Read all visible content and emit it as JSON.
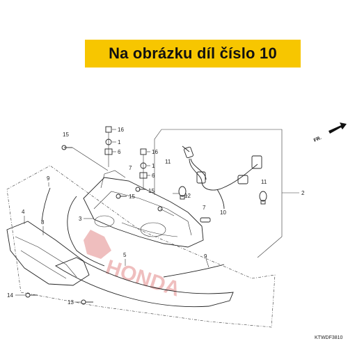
{
  "banner": {
    "text": "Na obrázku díl číslo 10"
  },
  "direction": {
    "label": "FR."
  },
  "diagram_code": "KTWDF3810",
  "watermark": {
    "text": "HONDA"
  },
  "parts": [
    {
      "id": "p15a",
      "label": "15"
    },
    {
      "id": "p16a",
      "label": "16"
    },
    {
      "id": "p1a",
      "label": "1"
    },
    {
      "id": "p6a",
      "label": "6"
    },
    {
      "id": "p16b",
      "label": "16"
    },
    {
      "id": "p1b",
      "label": "1"
    },
    {
      "id": "p7a",
      "label": "7"
    },
    {
      "id": "p6b",
      "label": "6"
    },
    {
      "id": "p15b",
      "label": "15"
    },
    {
      "id": "p15c",
      "label": "15"
    },
    {
      "id": "p9a",
      "label": "9"
    },
    {
      "id": "p4",
      "label": "4"
    },
    {
      "id": "p8",
      "label": "8"
    },
    {
      "id": "p3",
      "label": "3"
    },
    {
      "id": "p5",
      "label": "5"
    },
    {
      "id": "p11a",
      "label": "11"
    },
    {
      "id": "p12",
      "label": "12"
    },
    {
      "id": "p7b",
      "label": "7"
    },
    {
      "id": "p10",
      "label": "10"
    },
    {
      "id": "p11b",
      "label": "11"
    },
    {
      "id": "p2",
      "label": "2"
    },
    {
      "id": "p9b",
      "label": "9"
    },
    {
      "id": "p14",
      "label": "14"
    },
    {
      "id": "p13",
      "label": "13"
    }
  ]
}
